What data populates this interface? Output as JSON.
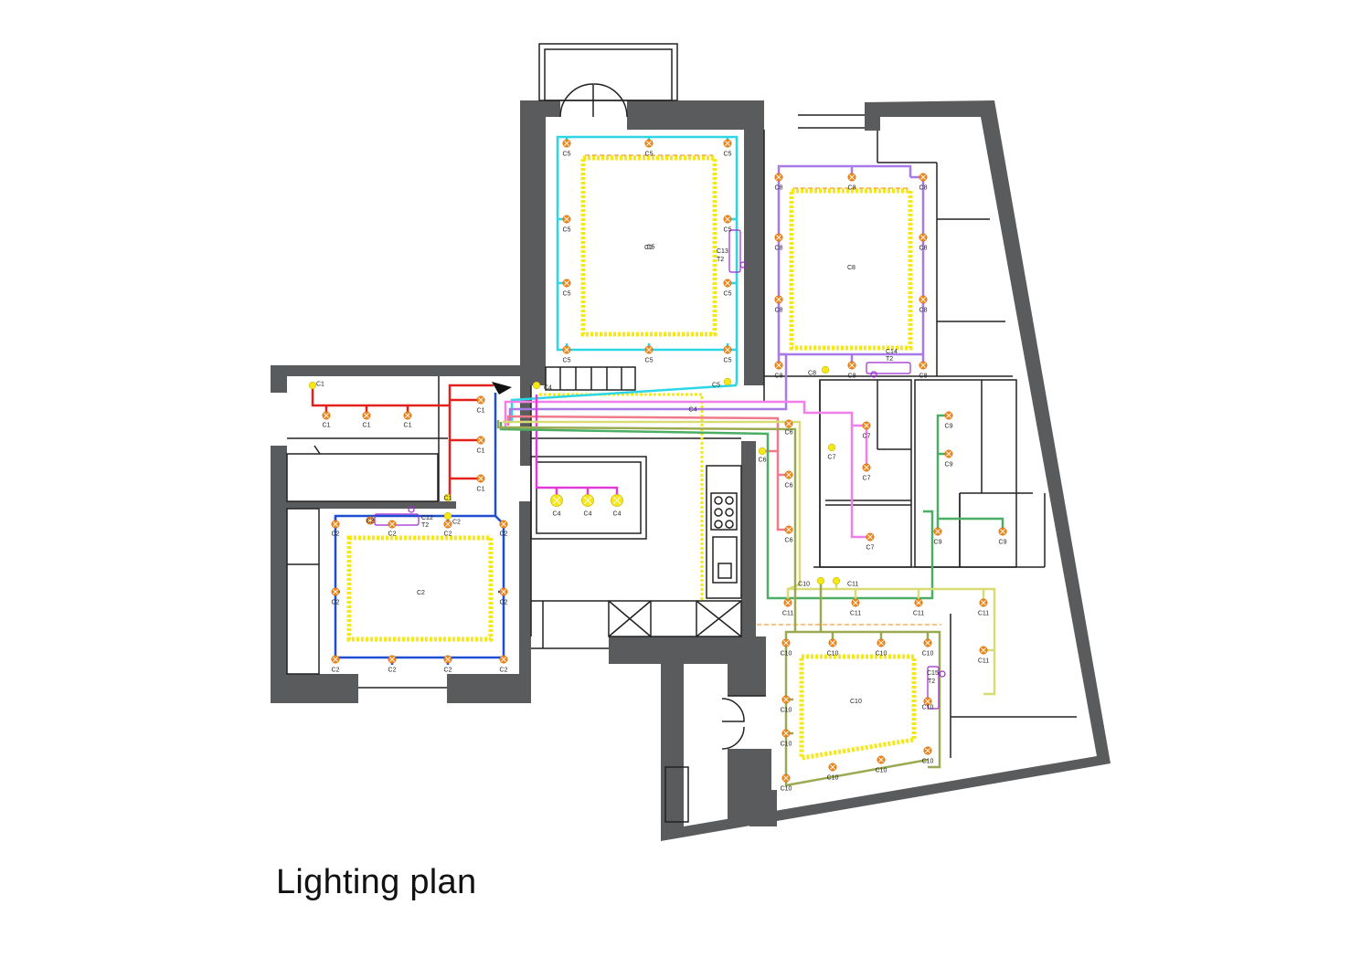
{
  "title": "Lighting plan",
  "colors": {
    "wall": "#5a5b5d",
    "cove": "#f6e816",
    "fixture": "#f08a1e",
    "c1": "#e3201b",
    "c2": "#1f4fd0",
    "c4": "#e23ad8",
    "c5": "#2bd6e6",
    "c6": "#f07a8a",
    "c7": "#f07fe8",
    "c8": "#a77ae8",
    "c9": "#4cae64",
    "c10": "#9aaa52",
    "c11": "#d9dc74",
    "switch": "#9d2ad0"
  },
  "rooms": {
    "c5": "C5",
    "c8": "C8",
    "c2": "C2",
    "c10": "C10"
  },
  "strips": [
    {
      "label": "C13",
      "tag": "T2"
    },
    {
      "label": "C14",
      "tag": "T2"
    },
    {
      "label": "C12",
      "tag": "T2"
    },
    {
      "label": "C15",
      "tag": "T2"
    }
  ],
  "fixtures": [
    {
      "label": "C1"
    },
    {
      "label": "C1"
    },
    {
      "label": "C1"
    },
    {
      "label": "C1"
    },
    {
      "label": "C1"
    },
    {
      "label": "C1"
    },
    {
      "label": "C1"
    },
    {
      "label": "C1"
    },
    {
      "label": "C2"
    },
    {
      "label": "C2"
    },
    {
      "label": "C2"
    },
    {
      "label": "C2"
    },
    {
      "label": "C2"
    },
    {
      "label": "C2"
    },
    {
      "label": "C2"
    },
    {
      "label": "C2"
    },
    {
      "label": "C2"
    },
    {
      "label": "C2"
    },
    {
      "label": "C2"
    },
    {
      "label": "C2"
    },
    {
      "label": "C4"
    },
    {
      "label": "C4"
    },
    {
      "label": "C4"
    },
    {
      "label": "C4"
    },
    {
      "label": "C4"
    },
    {
      "label": "C5"
    },
    {
      "label": "C5"
    },
    {
      "label": "C5"
    },
    {
      "label": "C5"
    },
    {
      "label": "C5"
    },
    {
      "label": "C5"
    },
    {
      "label": "C5"
    },
    {
      "label": "C5"
    },
    {
      "label": "C5"
    },
    {
      "label": "C5"
    },
    {
      "label": "C5"
    },
    {
      "label": "C5"
    },
    {
      "label": "C6"
    },
    {
      "label": "C6"
    },
    {
      "label": "C6"
    },
    {
      "label": "C6"
    },
    {
      "label": "C7"
    },
    {
      "label": "C7"
    },
    {
      "label": "C7"
    },
    {
      "label": "C7"
    },
    {
      "label": "C8"
    },
    {
      "label": "C8"
    },
    {
      "label": "C8"
    },
    {
      "label": "C8"
    },
    {
      "label": "C8"
    },
    {
      "label": "C8"
    },
    {
      "label": "C8"
    },
    {
      "label": "C8"
    },
    {
      "label": "C8"
    },
    {
      "label": "C8"
    },
    {
      "label": "C8"
    },
    {
      "label": "C9"
    },
    {
      "label": "C9"
    },
    {
      "label": "C9"
    },
    {
      "label": "C9"
    },
    {
      "label": "C10"
    },
    {
      "label": "C10"
    },
    {
      "label": "C10"
    },
    {
      "label": "C10"
    },
    {
      "label": "C10"
    },
    {
      "label": "C10"
    },
    {
      "label": "C10"
    },
    {
      "label": "C10"
    },
    {
      "label": "C10"
    },
    {
      "label": "C10"
    },
    {
      "label": "C10"
    },
    {
      "label": "C10"
    },
    {
      "label": "C11"
    },
    {
      "label": "C11"
    },
    {
      "label": "C11"
    },
    {
      "label": "C11"
    },
    {
      "label": "C11"
    },
    {
      "label": "C11"
    }
  ]
}
